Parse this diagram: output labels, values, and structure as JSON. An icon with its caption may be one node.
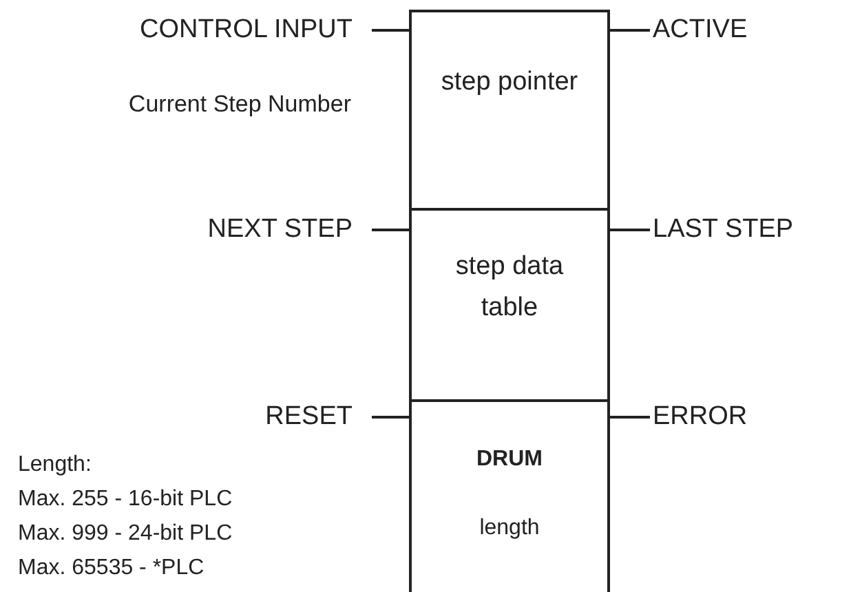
{
  "diagram": {
    "nodes": [
      {
        "text": [
          "step pointer"
        ]
      },
      {
        "text": [
          "step data table"
        ]
      },
      {
        "text": [
          "DRUM",
          "length"
        ]
      },
      {
        "text": [
          "CONTROL INPUT"
        ]
      },
      {
        "text": [
          "ACTIVE"
        ]
      },
      {
        "text": [
          "NEXT STEP"
        ]
      },
      {
        "text": [
          "LAST STEP"
        ]
      },
      {
        "text": [
          "RESET"
        ]
      },
      {
        "text": [
          "ERROR"
        ]
      }
    ],
    "edges": [
      {
        "from": 3,
        "to": 0,
        "arrow": "none"
      },
      {
        "from": 0,
        "to": 4,
        "arrow": "none"
      },
      {
        "from": 5,
        "to": 1,
        "arrow": "none"
      },
      {
        "from": 1,
        "to": 6,
        "arrow": "none"
      },
      {
        "from": 7,
        "to": 2,
        "arrow": "none"
      },
      {
        "from": 2,
        "to": 8,
        "arrow": "none"
      }
    ],
    "labels": [
      "Current Step Number",
      "Length:",
      "Max. 255 - 16-bit PLC",
      "Max. 999 - 24-bit PLC",
      "Max. 65535 - *PLC"
    ]
  }
}
